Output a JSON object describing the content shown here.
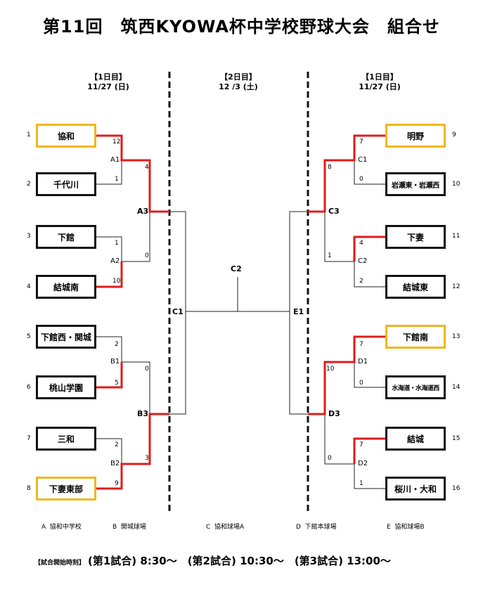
{
  "title": "第11回　筑西KYOWA杯中学校野球大会　組合せ",
  "headers": {
    "left": {
      "label": "【1日目】",
      "date": "11/27 (日)"
    },
    "center": {
      "label": "【2日目】",
      "date": "12 /3 (土)"
    },
    "right": {
      "label": "【1日目】",
      "date": "11/27 (日)"
    }
  },
  "teams": [
    {
      "num": "1",
      "name": "協和"
    },
    {
      "num": "2",
      "name": "千代川"
    },
    {
      "num": "3",
      "name": "下館"
    },
    {
      "num": "4",
      "name": "結城南"
    },
    {
      "num": "5",
      "name": "下館西・関城"
    },
    {
      "num": "6",
      "name": "桃山学園"
    },
    {
      "num": "7",
      "name": "三和"
    },
    {
      "num": "8",
      "name": "下妻東部"
    },
    {
      "num": "9",
      "name": "明野"
    },
    {
      "num": "10",
      "name": "岩瀬東・岩瀬西"
    },
    {
      "num": "11",
      "name": "下妻"
    },
    {
      "num": "12",
      "name": "結城東"
    },
    {
      "num": "13",
      "name": "下館南"
    },
    {
      "num": "14",
      "name": "水海道・水海道西"
    },
    {
      "num": "15",
      "name": "結城"
    },
    {
      "num": "16",
      "name": "桜川・大和"
    }
  ],
  "matches": {
    "A1": {
      "label": "A1",
      "scores": [
        "12",
        "1"
      ]
    },
    "A2": {
      "label": "A2",
      "scores": [
        "1",
        "10"
      ]
    },
    "A3": {
      "label": "A3",
      "scores": [
        "4",
        "0"
      ]
    },
    "B1": {
      "label": "B1",
      "scores": [
        "2",
        "5"
      ]
    },
    "B2": {
      "label": "B2",
      "scores": [
        "2",
        "9"
      ]
    },
    "B3": {
      "label": "B3",
      "scores": [
        "0",
        "3"
      ]
    },
    "C1L": {
      "label": "C1"
    },
    "C1R": {
      "label": "C1",
      "scores": [
        "7",
        "0"
      ]
    },
    "C2R": {
      "label": "C2",
      "scores": [
        "4",
        "2"
      ]
    },
    "C3": {
      "label": "C3",
      "scores": [
        "8",
        "1"
      ]
    },
    "C2F": {
      "label": "C2"
    },
    "D1": {
      "label": "D1",
      "scores": [
        "7",
        "0"
      ]
    },
    "D2": {
      "label": "D2",
      "scores": [
        "7",
        "1"
      ]
    },
    "D3": {
      "label": "D3",
      "scores": [
        "10",
        "0"
      ]
    },
    "E1": {
      "label": "E1"
    }
  },
  "venues": [
    {
      "code": "A",
      "name": "協和中学校"
    },
    {
      "code": "B",
      "name": "関城球場"
    },
    {
      "code": "C",
      "name": "協和球場A"
    },
    {
      "code": "D",
      "name": "下館本球場"
    },
    {
      "code": "E",
      "name": "協和球場B"
    }
  ],
  "footer": {
    "label": "【試合開始時刻】",
    "schedule": "(第1試合) 8:30～　(第2試合) 10:30～　(第3試合) 13:00～"
  },
  "colors": {
    "winner_line": "#e01b1b",
    "highlight_border": "#f2b61b",
    "normal_line": "#222222"
  }
}
